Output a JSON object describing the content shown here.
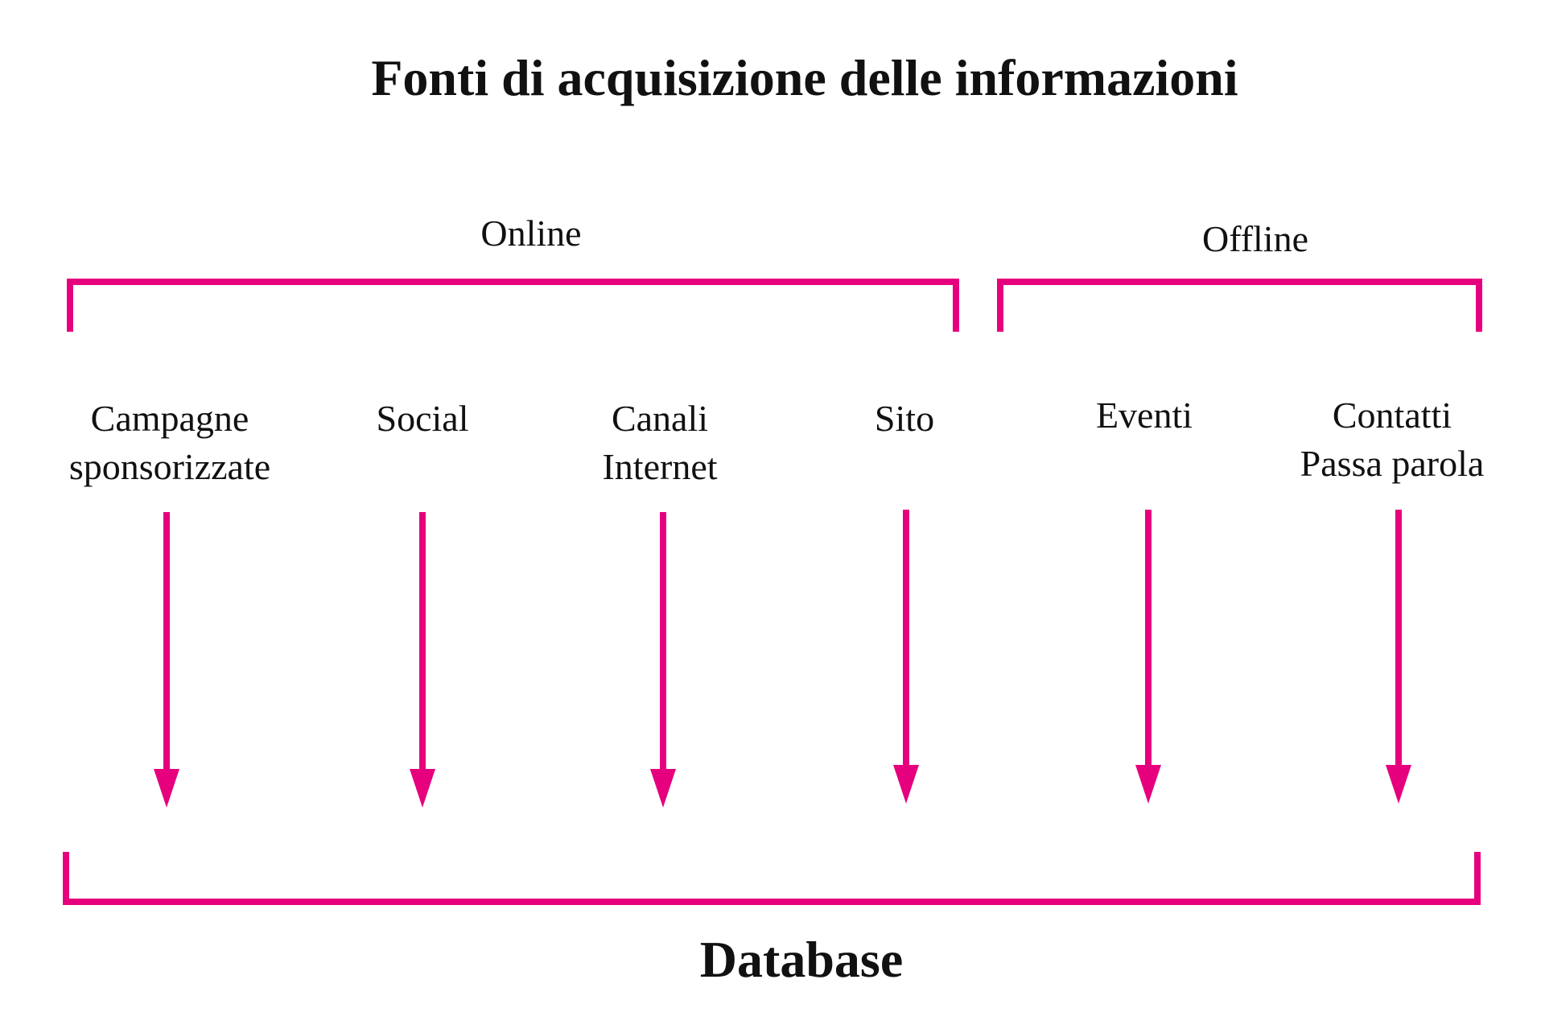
{
  "title": "Fonti di acquisizione delle informazioni",
  "groups": {
    "online": "Online",
    "offline": "Offline"
  },
  "sources": [
    {
      "label": "Campagne\nsponsorizzate",
      "group": "online"
    },
    {
      "label": "Social",
      "group": "online"
    },
    {
      "label": "Canali\nInternet",
      "group": "online"
    },
    {
      "label": "Sito",
      "group": "online"
    },
    {
      "label": "Eventi",
      "group": "offline"
    },
    {
      "label": "Contatti\nPassa parola",
      "group": "offline"
    }
  ],
  "target": "Database",
  "colors": {
    "accent": "#E6007E",
    "text": "#111111"
  }
}
